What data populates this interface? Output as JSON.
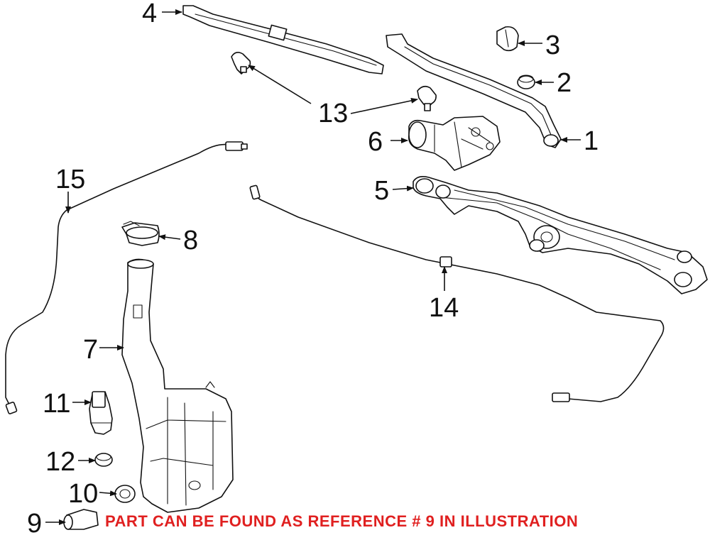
{
  "callouts": [
    {
      "id": "1",
      "label": "1"
    },
    {
      "id": "2",
      "label": "2"
    },
    {
      "id": "3",
      "label": "3"
    },
    {
      "id": "4",
      "label": "4"
    },
    {
      "id": "5",
      "label": "5"
    },
    {
      "id": "6",
      "label": "6"
    },
    {
      "id": "7",
      "label": "7"
    },
    {
      "id": "8",
      "label": "8"
    },
    {
      "id": "9",
      "label": "9"
    },
    {
      "id": "10",
      "label": "10"
    },
    {
      "id": "11",
      "label": "11"
    },
    {
      "id": "12",
      "label": "12"
    },
    {
      "id": "13",
      "label": "13"
    },
    {
      "id": "14",
      "label": "14"
    },
    {
      "id": "15",
      "label": "15"
    }
  ],
  "footnote": {
    "text": "PART CAN BE FOUND AS REFERENCE # 9 IN ILLUSTRATION",
    "color": "#e02020"
  }
}
